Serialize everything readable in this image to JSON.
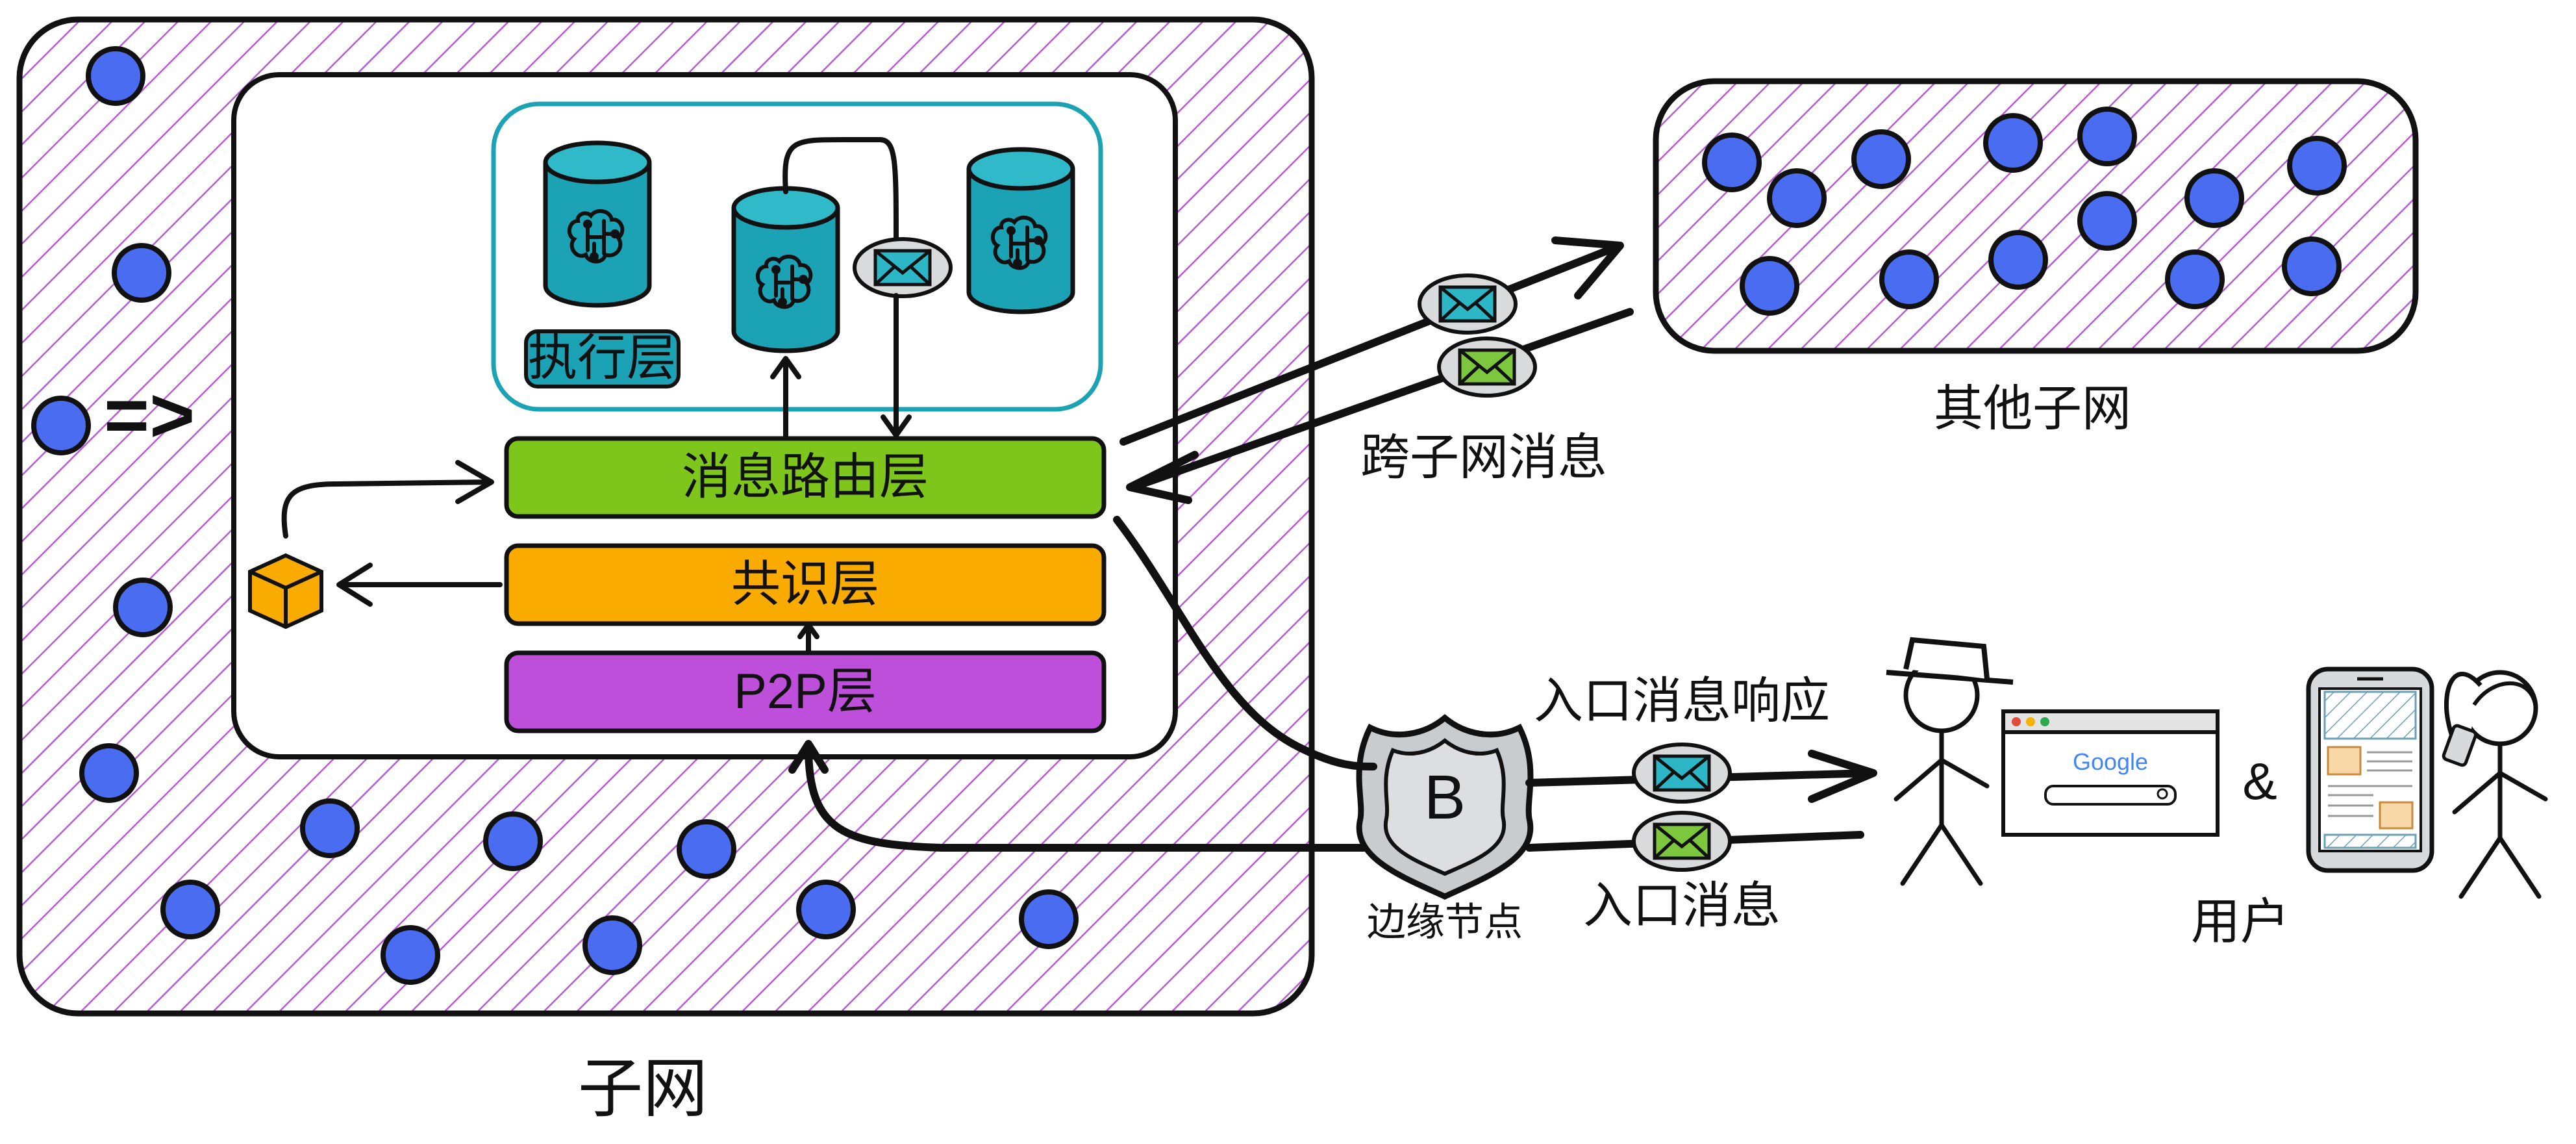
{
  "labels": {
    "subnet": "子网",
    "other_subnets": "其他子网",
    "cross_subnet_messages": "跨子网消息",
    "ingress_response": "入口消息响应",
    "ingress_messages": "入口消息",
    "boundary_node": "边缘节点",
    "boundary_badge": "B",
    "users": "用户",
    "ampersand": "&",
    "arrow_symbol": "=>",
    "browser_brand": "Google"
  },
  "layers": {
    "execution": "执行层",
    "message_routing": "消息路由层",
    "consensus": "共识层",
    "p2p": "P2P层"
  },
  "colors": {
    "node": "#4a6cf0",
    "hatch": "#b55bd8",
    "teal": "#1ba2b5",
    "green": "#7ec61b",
    "orange": "#f9ab00",
    "purple": "#bd4fda",
    "envelope_teal": "#2db7c6",
    "envelope_green": "#7cc73d"
  }
}
